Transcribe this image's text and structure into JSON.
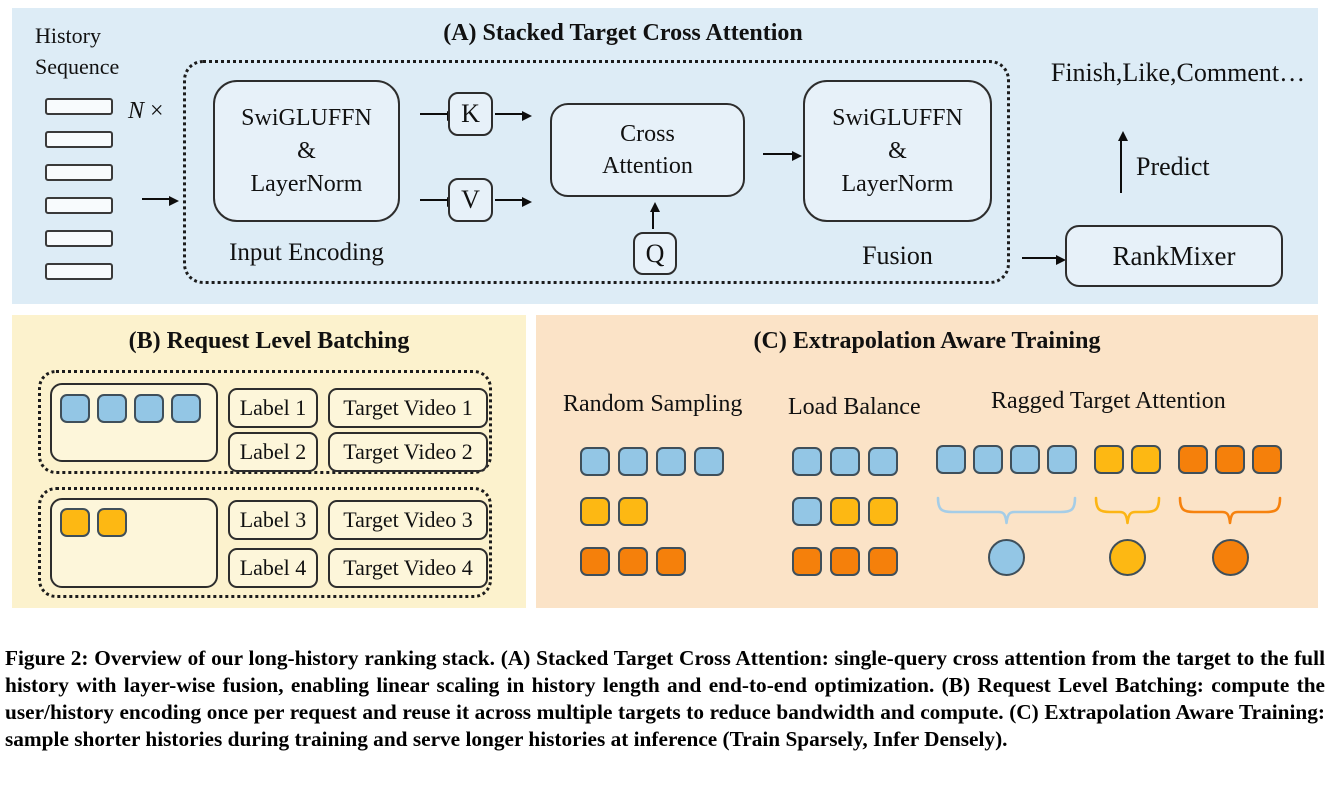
{
  "panel_a": {
    "title": "(A) Stacked Target Cross Attention",
    "history_label_1": "History",
    "history_label_2": "Sequence",
    "history_count": 6,
    "n_label": "N",
    "times_label": "×",
    "encoder_box": [
      "SwiGLUFFN",
      "&",
      "LayerNorm"
    ],
    "encoder_caption": "Input Encoding",
    "k_label": "K",
    "v_label": "V",
    "q_label": "Q",
    "cross_attention": [
      "Cross",
      "Attention"
    ],
    "fusion_box": [
      "SwiGLUFFN",
      "&",
      "LayerNorm"
    ],
    "fusion_caption": "Fusion",
    "outputs_label": "Finish,Like,Comment…",
    "predict_label": "Predict",
    "rankmixer_label": "RankMixer"
  },
  "panel_b": {
    "title": "(B) Request Level Batching",
    "requests": [
      {
        "square_color": "blue",
        "squares": [
          "blue",
          "blue",
          "blue",
          "blue"
        ],
        "labels": [
          "Label 1",
          "Label 2"
        ],
        "targets": [
          "Target Video 1",
          "Target Video 2"
        ]
      },
      {
        "square_color": "yellow",
        "squares": [
          "yellow",
          "yellow"
        ],
        "labels": [
          "Label 3",
          "Label 4"
        ],
        "targets": [
          "Target Video 3",
          "Target Video 4"
        ]
      }
    ]
  },
  "panel_c": {
    "title": "(C) Extrapolation Aware Training",
    "sections": [
      {
        "label": "Random Sampling",
        "rows": [
          {
            "colors": [
              "blue",
              "blue",
              "blue",
              "blue"
            ]
          },
          {
            "colors": [
              "yellow",
              "yellow"
            ]
          },
          {
            "colors": [
              "orange",
              "orange",
              "orange"
            ]
          }
        ]
      },
      {
        "label": "Load Balance",
        "rows": [
          {
            "colors": [
              "blue",
              "blue",
              "blue"
            ]
          },
          {
            "colors": [
              "blue",
              "yellow",
              "yellow"
            ]
          },
          {
            "colors": [
              "orange",
              "orange",
              "orange"
            ]
          }
        ]
      },
      {
        "label": "Ragged Target Attention",
        "groups": [
          {
            "color": "blue",
            "count": 4
          },
          {
            "color": "yellow",
            "count": 2
          },
          {
            "color": "orange",
            "count": 3
          }
        ]
      }
    ]
  },
  "caption": {
    "text": "Figure 2: Overview of our long-history ranking stack. (A) Stacked Target Cross Attention: single-query cross attention from the target to the full history with layer-wise fusion, enabling linear scaling in history length and end-to-end optimization. (B) Request Level Batching: compute the user/history encoding once per request and reuse it across multiple targets to reduce bandwidth and compute. (C) Extrapolation Aware Training: sample shorter histories during training and serve longer histories at inference (Train Sparsely, Infer Densely)."
  },
  "colors": {
    "panel_a_bg": "#ddecf6",
    "panel_b_bg": "#fcf2cd",
    "panel_c_bg": "#fbe3c7",
    "blue": "#93c6e5",
    "yellow": "#fdb813",
    "orange": "#f5800b",
    "square_border": "#3f4f5a",
    "brace_blue": "#a5cde7",
    "brace_yellow": "#fcb514",
    "brace_orange": "#f6820e",
    "line": "#0d0d0d"
  }
}
